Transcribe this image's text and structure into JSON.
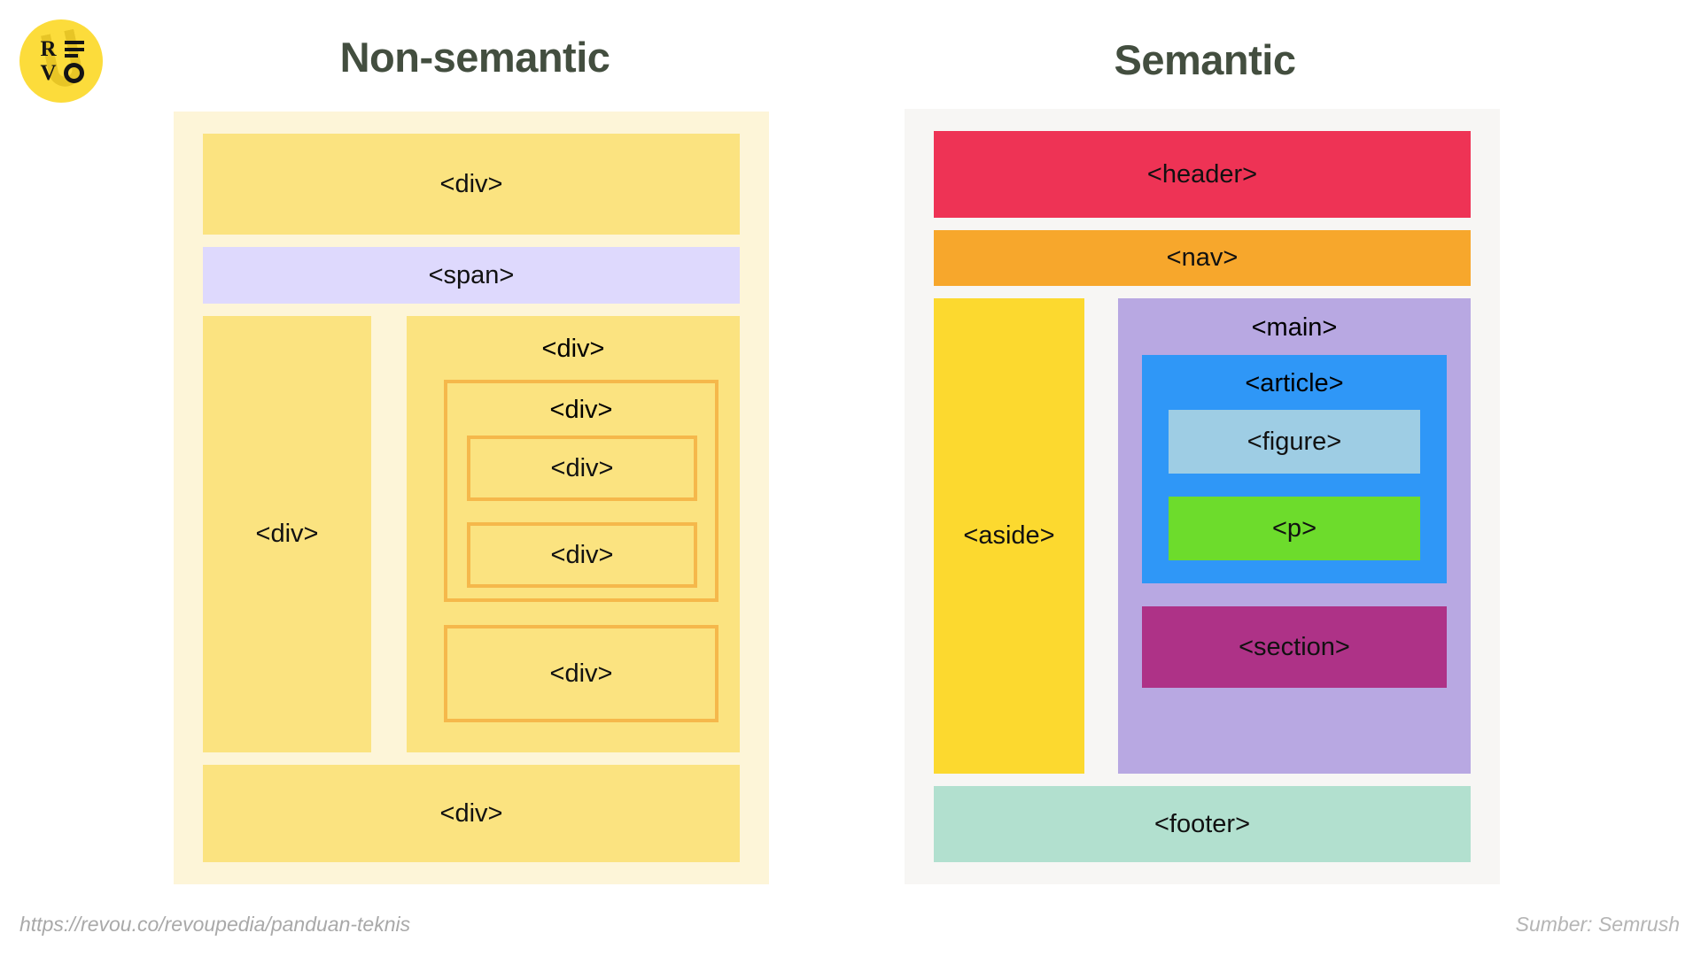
{
  "logo": {
    "name": "revou-logo",
    "letters": [
      "R",
      "V"
    ],
    "bars_icon": "menu-bars-icon",
    "o_icon": "circle-o-icon",
    "bg_color": "#fcdc3b"
  },
  "columns": {
    "left": {
      "title": "Non-semantic",
      "panel_bg": "#fdf5d8",
      "blocks": {
        "top_div": "<div>",
        "span": "<span>",
        "sidebar_div": "<div>",
        "content_div": "<div>",
        "nested_level1": "<div>",
        "nested_level2_a": "<div>",
        "nested_level2_b": "<div>",
        "sibling_div": "<div>",
        "bottom_div": "<div>"
      },
      "colors": {
        "div_fill": "#fbe380",
        "span_fill": "#ded9fd",
        "outline": "#f5b84b"
      }
    },
    "right": {
      "title": "Semantic",
      "panel_bg": "#f7f6f4",
      "blocks": {
        "header": "<header>",
        "nav": "<nav>",
        "aside": "<aside>",
        "main": "<main>",
        "article": "<article>",
        "figure": "<figure>",
        "p": "<p>",
        "section": "<section>",
        "footer": "<footer>"
      },
      "colors": {
        "header": "#ee3355",
        "nav": "#f7a72c",
        "aside": "#fcd92f",
        "main": "#b8a8e2",
        "article": "#2f97f7",
        "figure": "#9ecde4",
        "p": "#6ddc2c",
        "section": "#ae3287",
        "footer": "#b2e0cf"
      }
    }
  },
  "captions": {
    "url": "https://revou.co/revoupedia/panduan-teknis",
    "source": "Sumber:  Semrush"
  },
  "title_color": "#434e3f"
}
